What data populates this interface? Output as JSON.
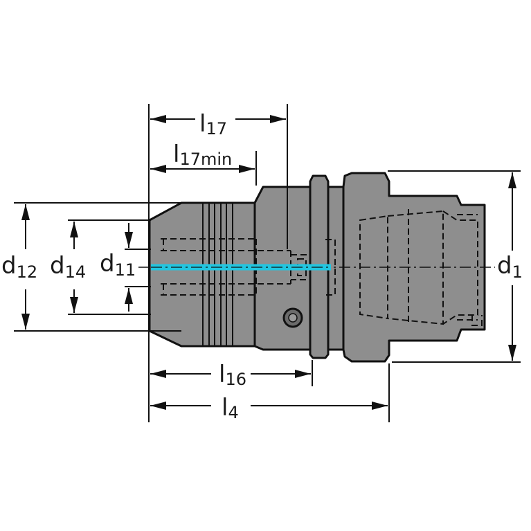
{
  "diagram": {
    "colors": {
      "body": "#8e8e8e",
      "outline": "#111111",
      "coolant": "#21c6e0",
      "background": "#ffffff"
    },
    "dimensions": [
      {
        "key": "l17",
        "base": "l",
        "sub": "17"
      },
      {
        "key": "l17min",
        "base": "l",
        "sub": "17min"
      },
      {
        "key": "l16",
        "base": "l",
        "sub": "16"
      },
      {
        "key": "l4",
        "base": "l",
        "sub": "4"
      },
      {
        "key": "d12",
        "base": "d",
        "sub": "12"
      },
      {
        "key": "d14",
        "base": "d",
        "sub": "14"
      },
      {
        "key": "d11",
        "base": "d",
        "sub": "11"
      },
      {
        "key": "d1",
        "base": "d",
        "sub": "1"
      }
    ]
  }
}
